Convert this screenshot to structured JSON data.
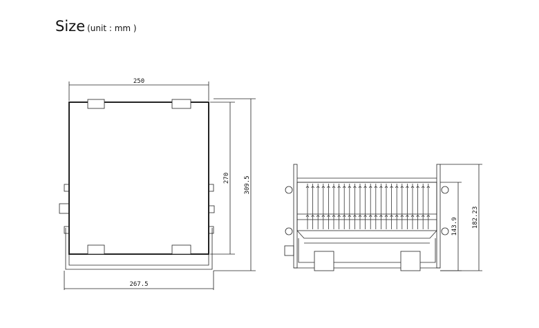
{
  "title": {
    "main": "Size",
    "unit": "(unit : mm )"
  },
  "front_view": {
    "width_top": "250",
    "width_bottom": "267.5",
    "height_inner": "270",
    "height_outer": "309.5"
  },
  "side_view": {
    "height_inner": "143.9",
    "height_outer": "182.23"
  }
}
